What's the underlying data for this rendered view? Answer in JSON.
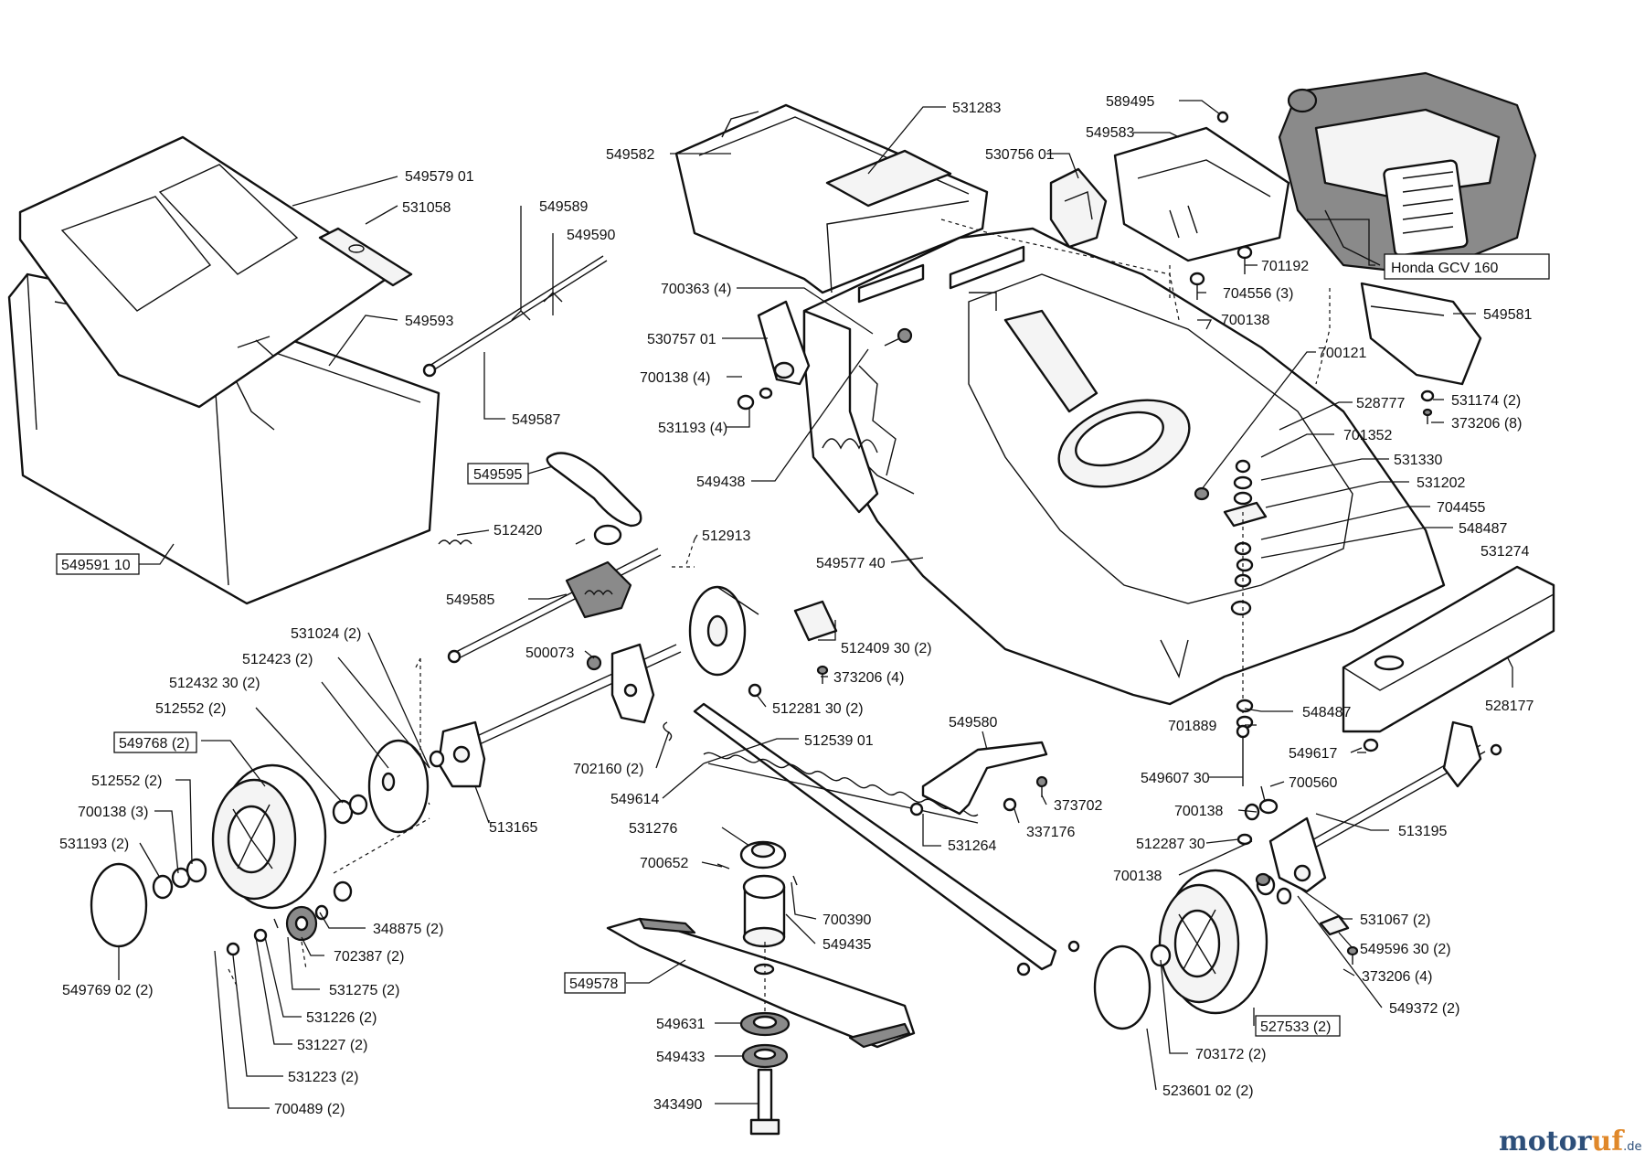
{
  "engine_label": "Honda GCV 160",
  "watermark": {
    "brand_a": "motor",
    "brand_b": "uf",
    "tld": ".de"
  },
  "labels": {
    "l549579_01": "549579 01",
    "l531058": "531058",
    "l549593": "549593",
    "l549591_10": "549591 10",
    "l549589": "549589",
    "l549590": "549590",
    "l549587": "549587",
    "l549582": "549582",
    "l531283": "531283",
    "l530756_01": "530756 01",
    "l589495": "589495",
    "l549583": "549583",
    "l701192": "701192",
    "l704556_3": "704556 (3)",
    "l700138_a": "700138",
    "l549581": "549581",
    "l700121": "700121",
    "l528777": "528777",
    "l531174_2": "531174 (2)",
    "l373206_8": "373206 (8)",
    "l701352": "701352",
    "l531330": "531330",
    "l531202": "531202",
    "l704455": "704455",
    "l548487_a": "548487",
    "l531274": "531274",
    "l700363_4": "700363 (4)",
    "l530757_01": "530757 01",
    "l700138_4": "700138 (4)",
    "l531193_4": "531193 (4)",
    "l549438": "549438",
    "l549595": "549595",
    "l512420": "512420",
    "l512913": "512913",
    "l549585": "549585",
    "l549577_40": "549577 40",
    "l512409_30_2": "512409 30 (2)",
    "l373206_4a": "373206 (4)",
    "l528177": "528177",
    "l531024_2": "531024 (2)",
    "l512423_2": "512423 (2)",
    "l512432_30_2": "512432 30 (2)",
    "l512552_2a": "512552 (2)",
    "l549768_2": "549768 (2)",
    "l512552_2b": "512552 (2)",
    "l700138_3": "700138 (3)",
    "l531193_2": "531193 (2)",
    "l549769_02_2": "549769 02 (2)",
    "l500073": "500073",
    "l513165": "513165",
    "l512281_30_2": "512281 30 (2)",
    "l512539_01": "512539 01",
    "l702160_2": "702160 (2)",
    "l549614": "549614",
    "l549580": "549580",
    "l373702": "373702",
    "l337176": "337176",
    "l531264": "531264",
    "l548487_b": "548487",
    "l701889": "701889",
    "l549617": "549617",
    "l549607_30": "549607 30",
    "l700560": "700560",
    "l700138_b": "700138",
    "l512287_30": "512287 30",
    "l513195": "513195",
    "l700138_c": "700138",
    "l531067_2": "531067 (2)",
    "l549596_30_2": "549596 30 (2)",
    "l373206_4b": "373206 (4)",
    "l549372_2": "549372 (2)",
    "l527533_2": "527533 (2)",
    "l703172_2": "703172 (2)",
    "l523601_02_2": "523601 02 (2)",
    "l531276": "531276",
    "l700652": "700652",
    "l700390": "700390",
    "l549435": "549435",
    "l549578": "549578",
    "l549631": "549631",
    "l549433": "549433",
    "l343490": "343490",
    "l348875_2": "348875 (2)",
    "l702387_2": "702387 (2)",
    "l531275_2": "531275 (2)",
    "l531226_2": "531226 (2)",
    "l531227_2": "531227 (2)",
    "l531223_2": "531223 (2)",
    "l700489_2": "700489 (2)"
  }
}
